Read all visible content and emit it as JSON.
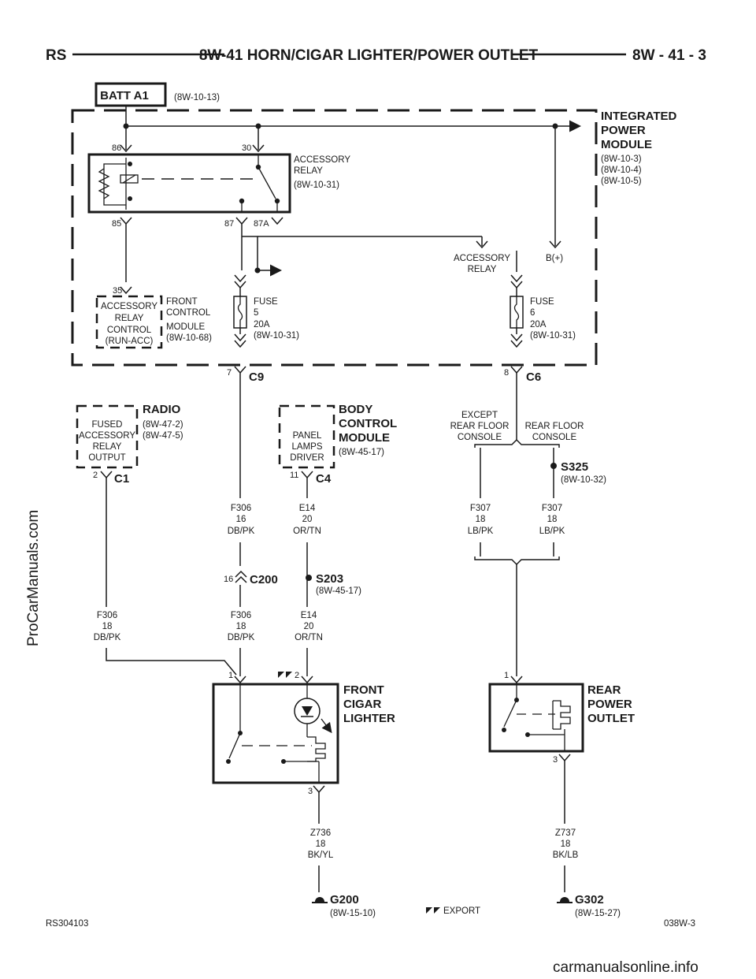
{
  "header": {
    "left": "RS",
    "title": "8W-41 HORN/CIGAR LIGHTER/POWER OUTLET",
    "right": "8W - 41 - 3"
  },
  "batt": {
    "label": "BATT A1",
    "ref": "(8W-10-13)"
  },
  "ipm": {
    "line1": "INTEGRATED",
    "line2": "POWER",
    "line3": "MODULE",
    "ref1": "(8W-10-3)",
    "ref2": "(8W-10-4)",
    "ref3": "(8W-10-5)"
  },
  "relay": {
    "line1": "ACCESSORY",
    "line2": "RELAY",
    "ref": "(8W-10-31)",
    "pin86": "86",
    "pin30": "30",
    "pin85": "85",
    "pin87": "87",
    "pin87a": "87A"
  },
  "ipm_sub": {
    "acc1": "ACCESSORY",
    "acc2": "RELAY",
    "bplus": "B(+)"
  },
  "fcm": {
    "pin": "35",
    "line1": "ACCESSORY",
    "line2": "RELAY",
    "line3": "CONTROL",
    "line4": "(RUN-ACC)",
    "name1": "FRONT",
    "name2": "CONTROL",
    "name3": "MODULE",
    "ref": "(8W-10-68)"
  },
  "fuse5": {
    "l1": "FUSE",
    "l2": "5",
    "l3": "20A",
    "l4": "(8W-10-31)"
  },
  "fuse6": {
    "l1": "FUSE",
    "l2": "6",
    "l3": "20A",
    "l4": "(8W-10-31)"
  },
  "c9": {
    "pin": "7",
    "name": "C9"
  },
  "c6": {
    "pin": "8",
    "name": "C6"
  },
  "radio": {
    "l1": "FUSED",
    "l2": "ACCESSORY",
    "l3": "RELAY",
    "l4": "OUTPUT",
    "name": "RADIO",
    "ref1": "(8W-47-2)",
    "ref2": "(8W-47-5)",
    "pin": "2",
    "conn": "C1"
  },
  "bcm": {
    "l1": "PANEL",
    "l2": "LAMPS",
    "l3": "DRIVER",
    "name1": "BODY",
    "name2": "CONTROL",
    "name3": "MODULE",
    "ref": "(8W-45-17)",
    "pin": "11",
    "conn": "C4"
  },
  "branch": {
    "left1": "EXCEPT",
    "left2": "REAR FLOOR",
    "left3": "CONSOLE",
    "right1": "REAR FLOOR",
    "right2": "CONSOLE"
  },
  "s325": {
    "name": "S325",
    "ref": "(8W-10-32)"
  },
  "wire_f306_16": {
    "c": "F306",
    "g": "16",
    "col": "DB/PK"
  },
  "wire_e14_a": {
    "c": "E14",
    "g": "20",
    "col": "OR/TN"
  },
  "wire_f307_a": {
    "c": "F307",
    "g": "18",
    "col": "LB/PK"
  },
  "wire_f307_b": {
    "c": "F307",
    "g": "18",
    "col": "LB/PK"
  },
  "c200": {
    "pin": "16",
    "name": "C200"
  },
  "s203": {
    "name": "S203",
    "ref": "(8W-45-17)"
  },
  "wire_f306_18a": {
    "c": "F306",
    "g": "18",
    "col": "DB/PK"
  },
  "wire_f306_18b": {
    "c": "F306",
    "g": "18",
    "col": "DB/PK"
  },
  "wire_e14_b": {
    "c": "E14",
    "g": "20",
    "col": "OR/TN"
  },
  "lighter": {
    "pin1": "1",
    "pin2": "2",
    "pin3": "3",
    "n1": "FRONT",
    "n2": "CIGAR",
    "n3": "LIGHTER"
  },
  "outlet": {
    "pin1": "1",
    "pin3": "3",
    "n1": "REAR",
    "n2": "POWER",
    "n3": "OUTLET"
  },
  "wire_z736": {
    "c": "Z736",
    "g": "18",
    "col": "BK/YL"
  },
  "wire_z737": {
    "c": "Z737",
    "g": "18",
    "col": "BK/LB"
  },
  "g200": {
    "name": "G200",
    "ref": "(8W-15-10)"
  },
  "g302": {
    "name": "G302",
    "ref": "(8W-15-27)"
  },
  "legend": {
    "text": "EXPORT"
  },
  "footer": {
    "left": "RS304103",
    "right": "038W-3"
  },
  "watermarks": {
    "side": "ProCarManuals.com",
    "bottom": "carmanualsonline.info"
  }
}
